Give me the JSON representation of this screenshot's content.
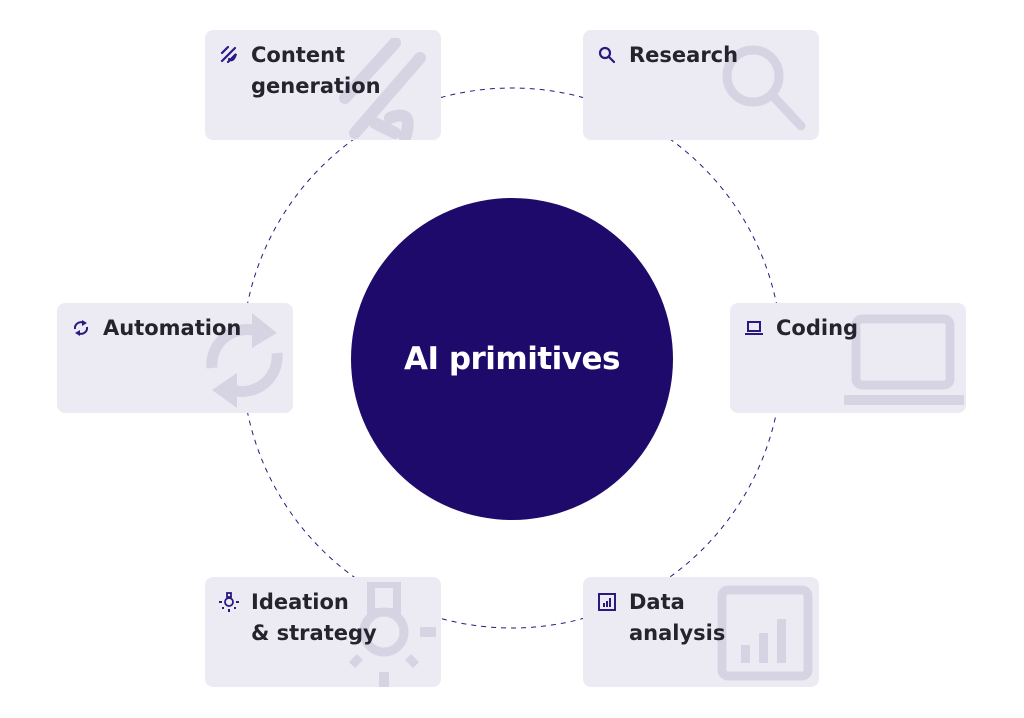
{
  "center": {
    "label": "AI primitives"
  },
  "cards": [
    {
      "label": "Content\ngeneration",
      "icon": "pencil-icon"
    },
    {
      "label": "Research",
      "icon": "search-icon"
    },
    {
      "label": "Automation",
      "icon": "refresh-icon"
    },
    {
      "label": "Coding",
      "icon": "laptop-icon"
    },
    {
      "label": "Ideation\n& strategy",
      "icon": "lightbulb-icon"
    },
    {
      "label": "Data\nanalysis",
      "icon": "bar-chart-icon"
    }
  ],
  "colors": {
    "core": "#1e0a6b",
    "card": "#ecebf4",
    "accent": "#2a1a80",
    "watermark": "#d6d4e3"
  }
}
